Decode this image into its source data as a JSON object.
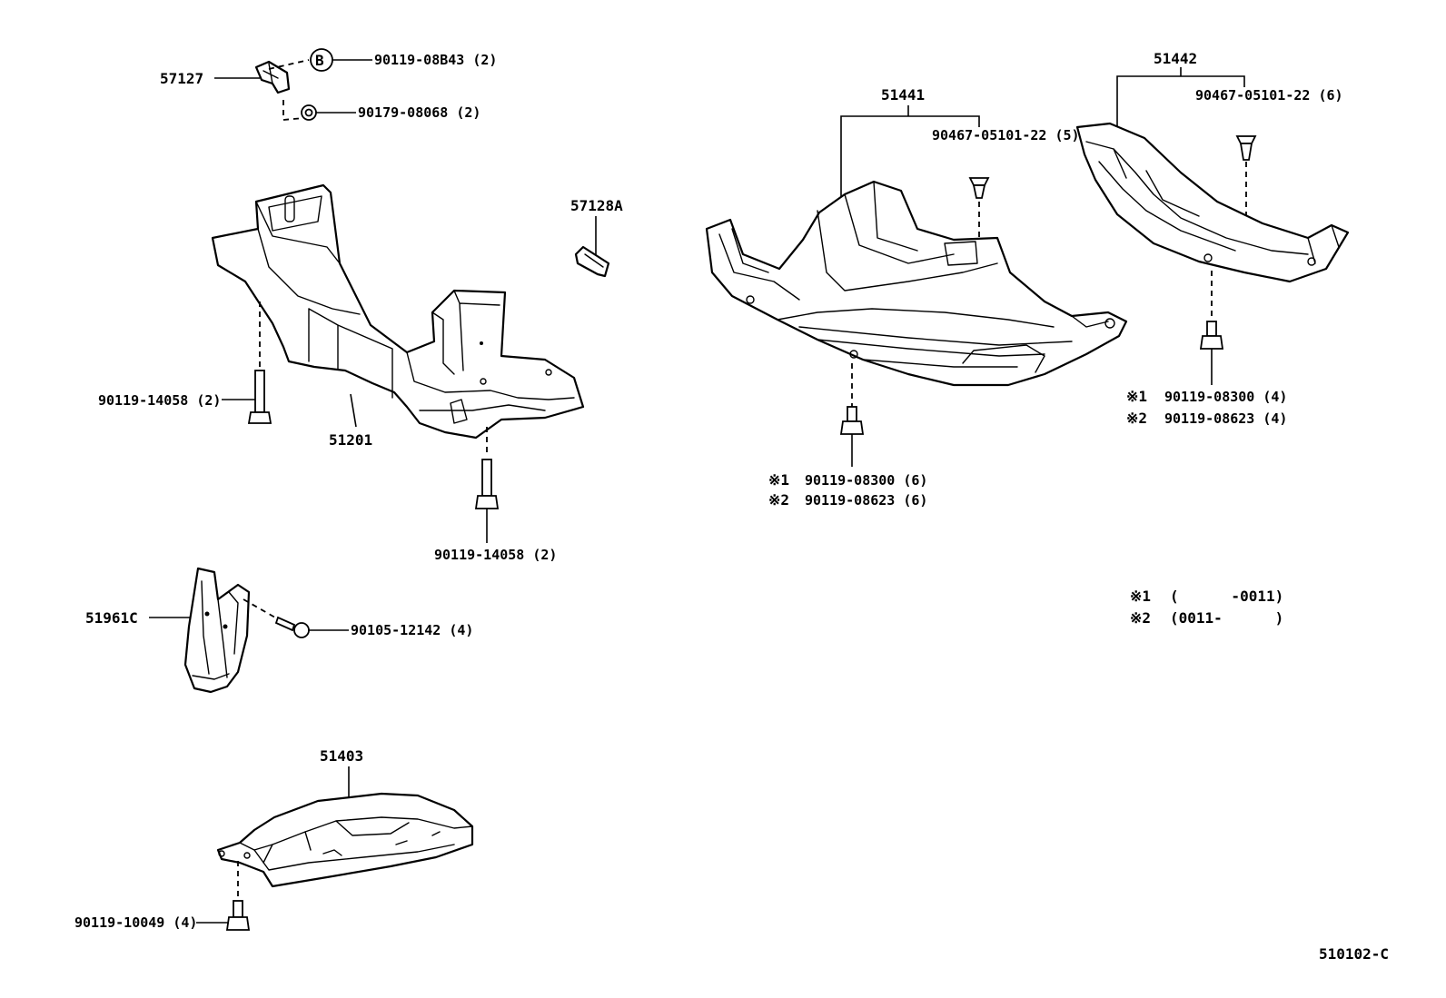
{
  "diagram_id": "510102-C",
  "parts": {
    "bracket_57127": {
      "number": "57127",
      "bolt_marker": "B",
      "bolt": "90119-08B43 (2)",
      "nut": "90179-08068 (2)"
    },
    "crossmember_51201": {
      "number": "51201",
      "bolt_left": "90119-14058 (2)",
      "bolt_bottom": "90119-14058 (2)"
    },
    "stopper_57128A": {
      "number": "57128A"
    },
    "cover_51441": {
      "number": "51441",
      "clip": "90467-05101-22 (5)",
      "bolt_1_mark": "※1",
      "bolt_1": "90119-08300 (6)",
      "bolt_2_mark": "※2",
      "bolt_2": "90119-08623 (6)"
    },
    "cover_51442": {
      "number": "51442",
      "clip": "90467-05101-22 (6)",
      "bolt_1_mark": "※1",
      "bolt_1": "90119-08300 (4)",
      "bolt_2_mark": "※2",
      "bolt_2": "90119-08623 (4)"
    },
    "bracket_51961C": {
      "number": "51961C",
      "bolt": "90105-12142 (4)"
    },
    "plate_51403": {
      "number": "51403",
      "bolt": "90119-10049 (4)"
    }
  },
  "legend": [
    {
      "mark": "※1",
      "range": "(      -0011)"
    },
    {
      "mark": "※2",
      "range": "(0011-      )"
    }
  ]
}
